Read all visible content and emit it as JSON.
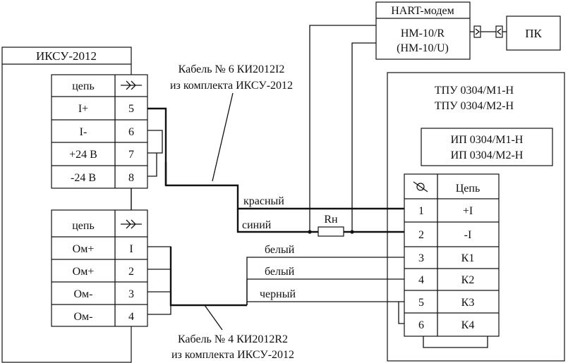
{
  "iksu": {
    "title": "ИКСУ-2012",
    "connector_top": {
      "header_label": "цепь",
      "header_icon": "connector-plug-icon",
      "rows": [
        {
          "signal": "I+",
          "pin": "5"
        },
        {
          "signal": "I-",
          "pin": "6"
        },
        {
          "signal": "+24 В",
          "pin": "7"
        },
        {
          "signal": "-24 В",
          "pin": "8"
        }
      ]
    },
    "connector_bottom": {
      "header_label": "цепь",
      "header_icon": "connector-plug-icon",
      "rows": [
        {
          "signal": "Ом+",
          "pin": "I"
        },
        {
          "signal": "Ом+",
          "pin": "2"
        },
        {
          "signal": "Ом-",
          "pin": "3"
        },
        {
          "signal": "Ом-",
          "pin": "4"
        }
      ]
    }
  },
  "cable6": {
    "line1": "Кабель № 6 КИ2012I2",
    "line2": "из комплекта ИКСУ-2012"
  },
  "cable4": {
    "line1": "Кабель № 4 КИ2012R2",
    "line2": "из комплекта ИКСУ-2012"
  },
  "hart": {
    "title": "HART-модем",
    "model1": "НМ-10/R",
    "model2": "(НМ-10/U)"
  },
  "pc": {
    "label": "ПК"
  },
  "resistor": {
    "label": "Rн"
  },
  "tpu": {
    "line1": "ТПУ 0304/М1-Н",
    "line2": "ТПУ 0304/М2-Н",
    "ip_line1": "ИП 0304/М1-Н",
    "ip_line2": "ИП 0304/М2-Н",
    "terminal": {
      "header_icon": "terminal-screw-icon",
      "header_label": "Цепь",
      "rows": [
        {
          "pin": "1",
          "signal": "+I"
        },
        {
          "pin": "2",
          "signal": "-I"
        },
        {
          "pin": "3",
          "signal": "К1"
        },
        {
          "pin": "4",
          "signal": "К2"
        },
        {
          "pin": "5",
          "signal": "К3"
        },
        {
          "pin": "6",
          "signal": "К4"
        }
      ]
    }
  },
  "wires": {
    "red": "красный",
    "blue": "синий",
    "white1": "белый",
    "white2": "белый",
    "black": "черный"
  },
  "colors": {
    "line": "#111111",
    "background": "#ffffff"
  }
}
